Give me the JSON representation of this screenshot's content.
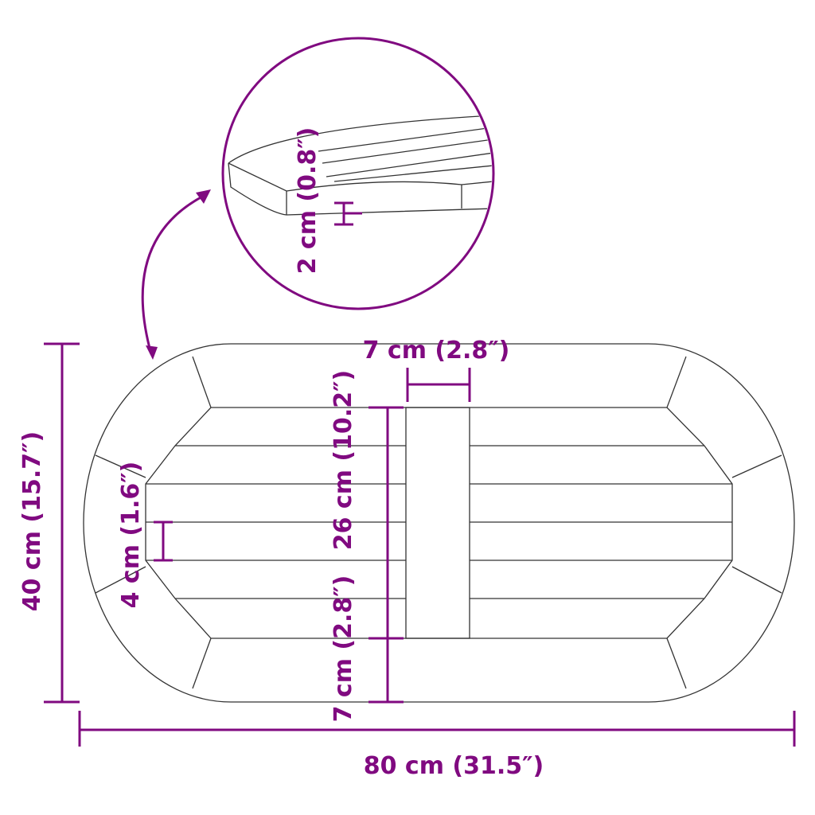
{
  "diagram": {
    "accent_color": "#800a80",
    "line_color": "#333333",
    "labels": {
      "total_length": "80 cm (31.5″)",
      "total_width": "40 cm (15.7″)",
      "center_strip_width": "7 cm (2.8″)",
      "inner_length": "26 cm (10.2″)",
      "edge_band": "7 cm (2.8″)",
      "plank_width": "4 cm (1.6″)",
      "thickness": "2 cm (0.8″)"
    }
  }
}
